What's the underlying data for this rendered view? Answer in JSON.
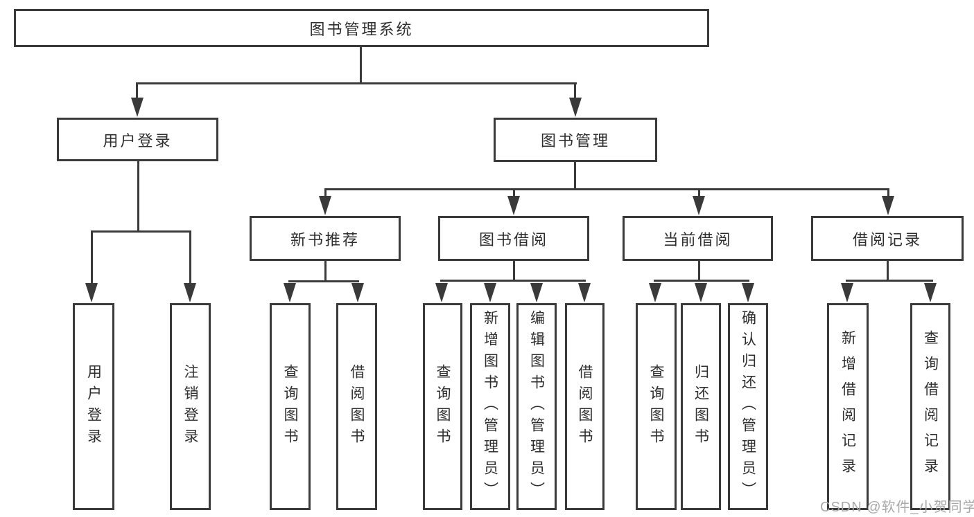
{
  "diagram": {
    "type": "tree",
    "title": "图书管理系统",
    "watermark": "CSDN @软件_小贺同学",
    "colors": {
      "line": "#3a3a3a",
      "box_border": "#3a3a3a",
      "box_fill": "#ffffff",
      "text": "#2e2e2e",
      "watermark": "#a9a9a9",
      "background": "#ffffff"
    },
    "nodes": {
      "root": {
        "label": "图书管理系统",
        "level": 1,
        "parent": null
      },
      "user_login": {
        "label": "用户登录",
        "level": 2,
        "parent": "root"
      },
      "book_mgmt": {
        "label": "图书管理",
        "level": 2,
        "parent": "root"
      },
      "new_book": {
        "label": "新书推荐",
        "level": 3,
        "parent": "book_mgmt"
      },
      "book_borrow": {
        "label": "图书借阅",
        "level": 3,
        "parent": "book_mgmt"
      },
      "current_borrow": {
        "label": "当前借阅",
        "level": 3,
        "parent": "book_mgmt"
      },
      "borrow_record": {
        "label": "借阅记录",
        "level": 3,
        "parent": "book_mgmt"
      },
      "leaf_user_login": {
        "label": "用户登录",
        "level": 4,
        "parent": "user_login"
      },
      "leaf_logout": {
        "label": "注销登录",
        "level": 4,
        "parent": "user_login"
      },
      "leaf_nb_query": {
        "label": "查询图书",
        "level": 4,
        "parent": "new_book"
      },
      "leaf_nb_borrow": {
        "label": "借阅图书",
        "level": 4,
        "parent": "new_book"
      },
      "leaf_bb_query": {
        "label": "查询图书",
        "level": 4,
        "parent": "book_borrow"
      },
      "leaf_bb_add": {
        "label": "新增图书（管理员）",
        "level": 4,
        "parent": "book_borrow"
      },
      "leaf_bb_edit": {
        "label": "编辑图书（管理员）",
        "level": 4,
        "parent": "book_borrow"
      },
      "leaf_bb_borrow": {
        "label": "借阅图书",
        "level": 4,
        "parent": "book_borrow"
      },
      "leaf_cb_query": {
        "label": "查询图书",
        "level": 4,
        "parent": "current_borrow"
      },
      "leaf_cb_return": {
        "label": "归还图书",
        "level": 4,
        "parent": "current_borrow"
      },
      "leaf_cb_confirm": {
        "label": "确认归还（管理员）",
        "level": 4,
        "parent": "current_borrow"
      },
      "leaf_br_add": {
        "label": "新增借阅记录",
        "level": 4,
        "parent": "borrow_record"
      },
      "leaf_br_query": {
        "label": "查询借阅记录",
        "level": 4,
        "parent": "borrow_record"
      }
    }
  }
}
